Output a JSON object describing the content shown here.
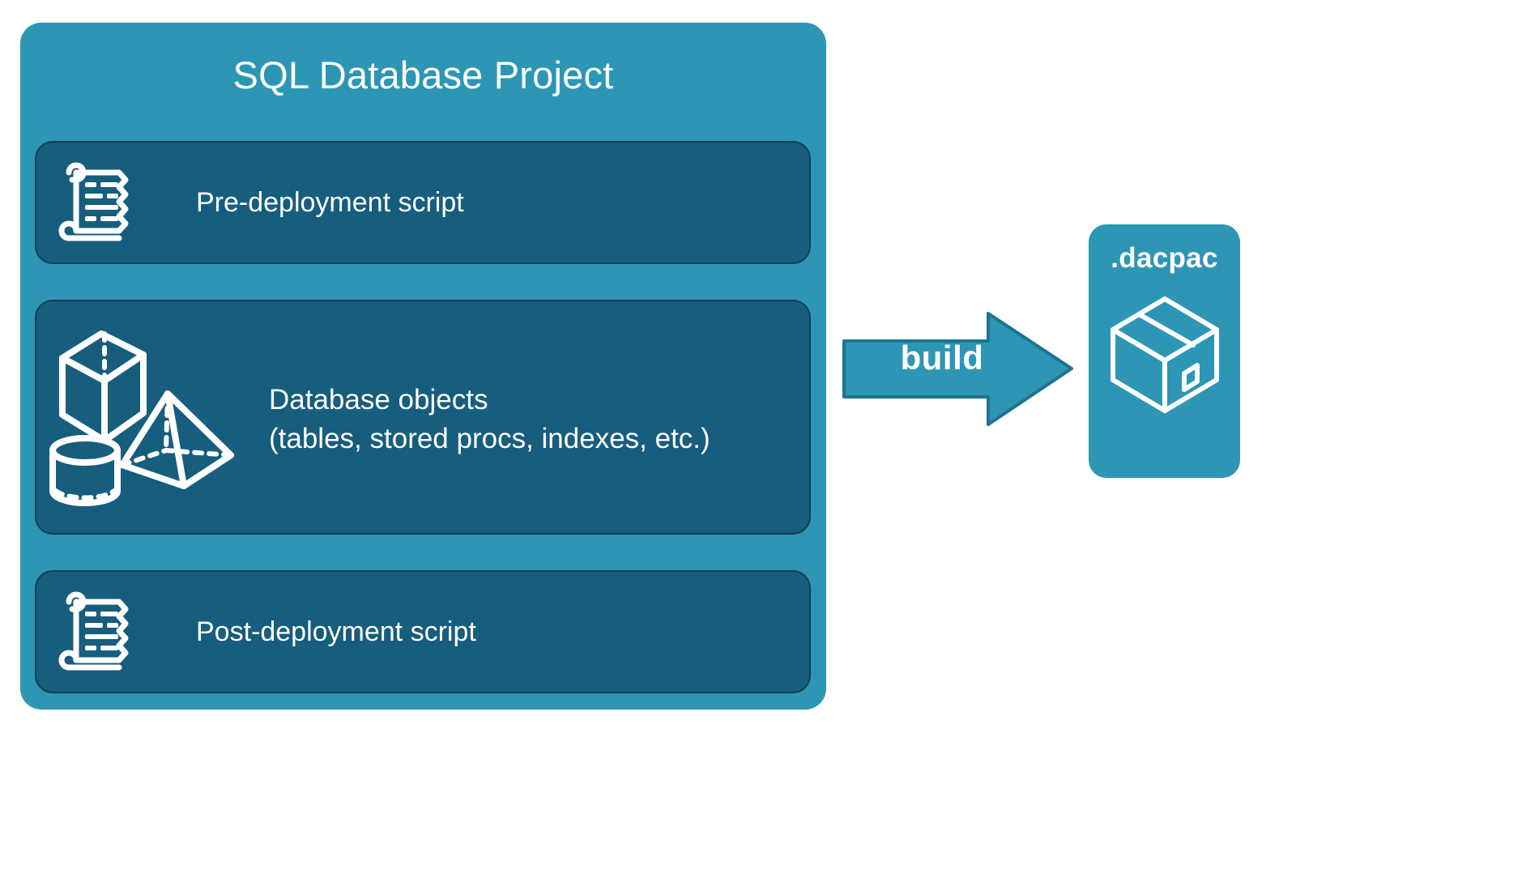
{
  "diagram": {
    "title": "SQL Database Project",
    "colors": {
      "container": "#2d96b4",
      "card": "#175d7d",
      "card_border": "#123f54",
      "text": "#ffffff",
      "arrow": "#2d96b4",
      "arrow_border": "#1d7490",
      "background": "#ffffff"
    },
    "cards": [
      {
        "label": "Pre-deployment script",
        "icon": "scroll-icon"
      },
      {
        "label": "Database objects\n(tables, stored procs, indexes, etc.)",
        "icon": "database-objects-icon"
      },
      {
        "label": "Post-deployment script",
        "icon": "scroll-icon"
      }
    ],
    "arrow": {
      "label": "build",
      "icon": "right-arrow-icon"
    },
    "output": {
      "label": ".dacpac",
      "icon": "package-box-icon"
    }
  }
}
